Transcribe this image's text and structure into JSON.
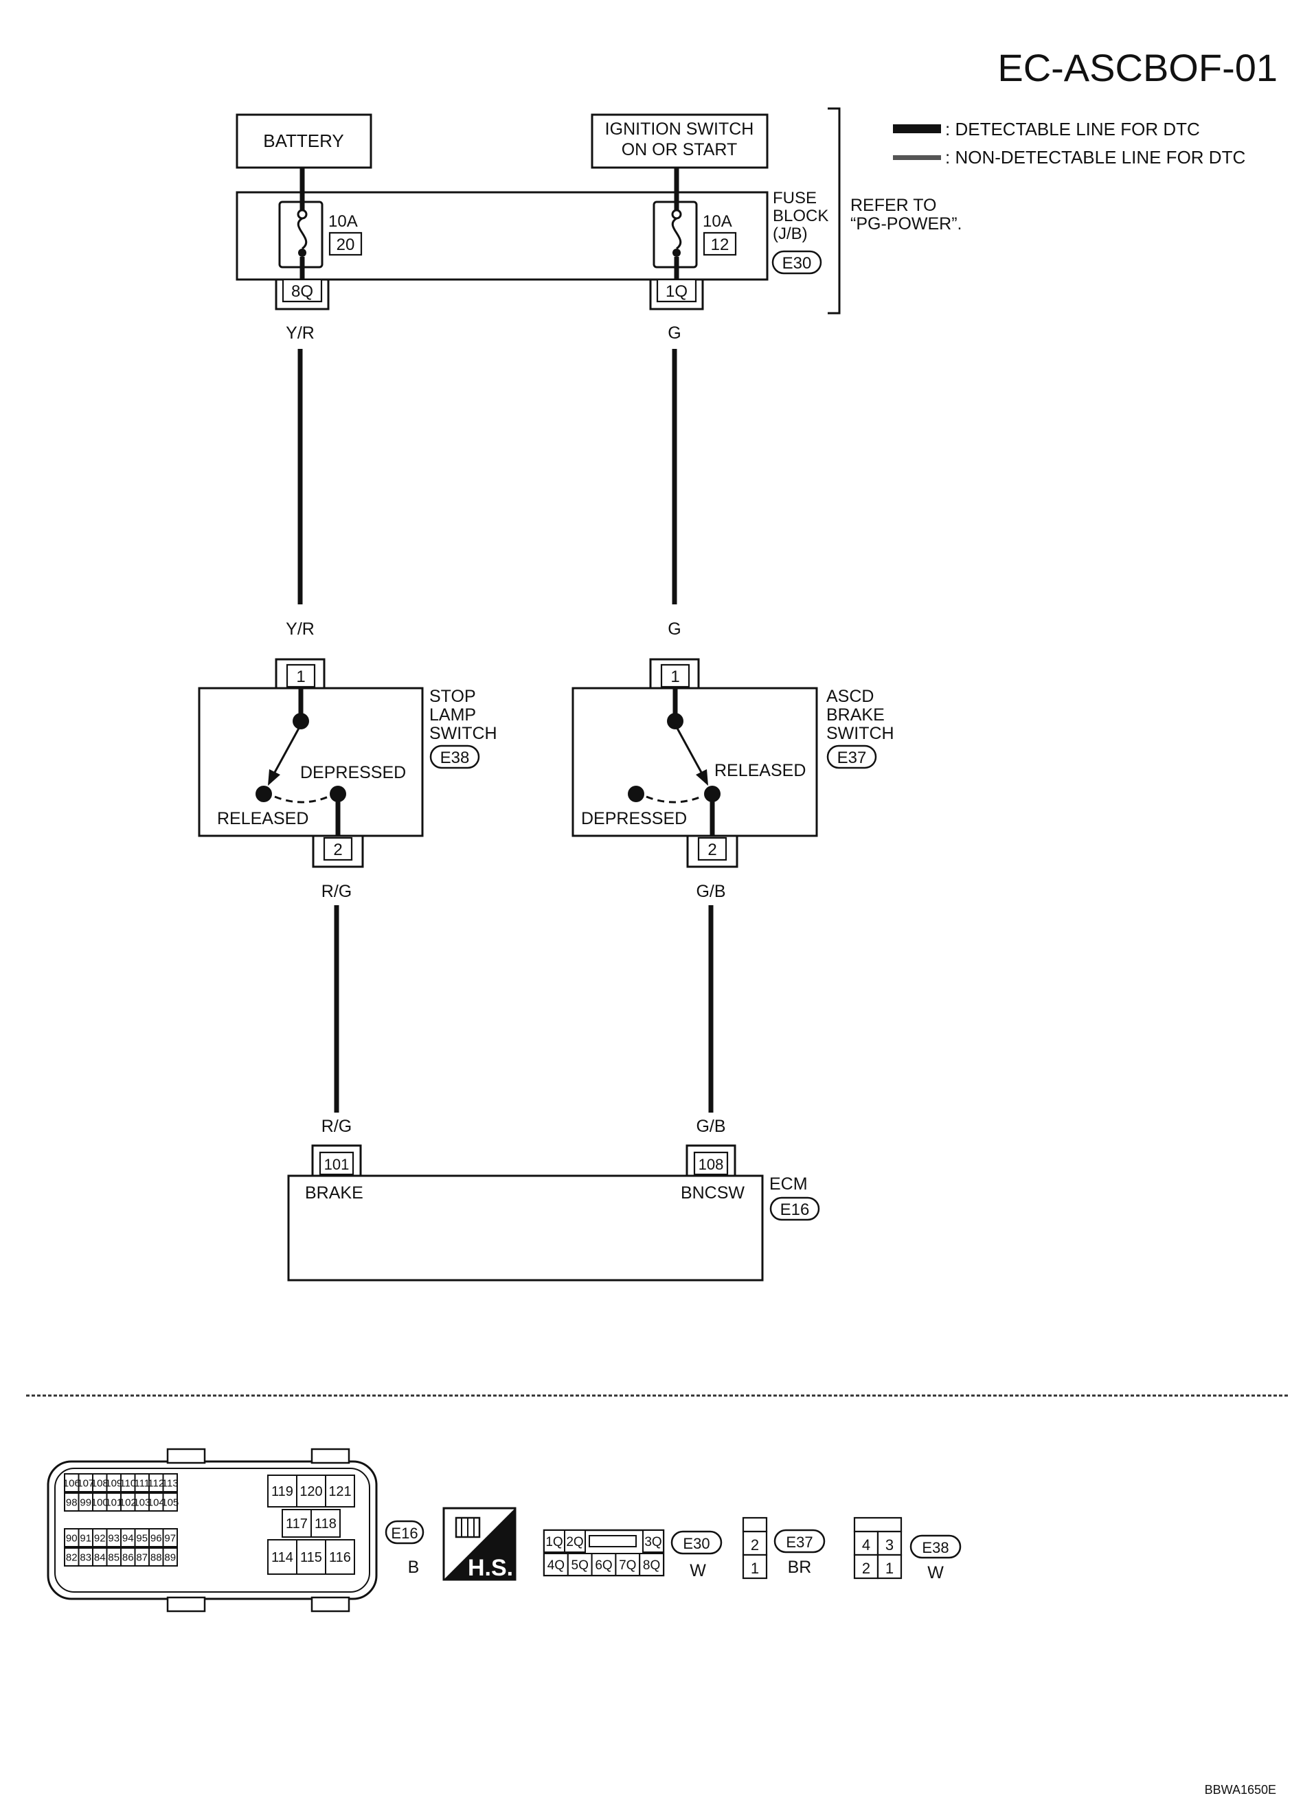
{
  "header": {
    "title": "EC-ASCBOF-01"
  },
  "legend": {
    "detectable": ": DETECTABLE LINE FOR DTC",
    "non_detectable": ": NON-DETECTABLE LINE FOR DTC"
  },
  "power": {
    "battery": "BATTERY",
    "ignition_line1": "IGNITION SWITCH",
    "ignition_line2": "ON OR START"
  },
  "fuse_block": {
    "label_line1": "FUSE",
    "label_line2": "BLOCK",
    "label_line3": "(J/B)",
    "connector": "E30",
    "refer_line1": "REFER TO",
    "refer_line2": "“PG-POWER”.",
    "fuse_left": {
      "rating": "10A",
      "number": "20",
      "terminal": "8Q"
    },
    "fuse_right": {
      "rating": "10A",
      "number": "12",
      "terminal": "1Q"
    }
  },
  "wires": {
    "left_upper": "Y/R",
    "right_upper": "G",
    "left_lower": "R/G",
    "right_lower": "G/B"
  },
  "stop_lamp_switch": {
    "label_line1": "STOP",
    "label_line2": "LAMP",
    "label_line3": "SWITCH",
    "connector": "E38",
    "terminal_in": "1",
    "terminal_out": "2",
    "pos_depressed": "DEPRESSED",
    "pos_released": "RELEASED"
  },
  "ascd_brake_switch": {
    "label_line1": "ASCD",
    "label_line2": "BRAKE",
    "label_line3": "SWITCH",
    "connector": "E37",
    "terminal_in": "1",
    "terminal_out": "2",
    "pos_released": "RELEASED",
    "pos_depressed": "DEPRESSED"
  },
  "ecm": {
    "label": "ECM",
    "connector": "E16",
    "terminal_left": "101",
    "terminal_right": "108",
    "pin_left_name": "BRAKE",
    "pin_right_name": "BNCSW"
  },
  "connectors": {
    "e16": {
      "code": "E16",
      "color": "B",
      "row1": [
        "106",
        "107",
        "108",
        "109",
        "110",
        "111",
        "112",
        "113"
      ],
      "row2": [
        "98",
        "99",
        "100",
        "101",
        "102",
        "103",
        "104",
        "105"
      ],
      "row3": [
        "90",
        "91",
        "92",
        "93",
        "94",
        "95",
        "96",
        "97"
      ],
      "row4": [
        "82",
        "83",
        "84",
        "85",
        "86",
        "87",
        "88",
        "89"
      ],
      "right_top": [
        "119",
        "120",
        "121"
      ],
      "right_mid": [
        "117",
        "118"
      ],
      "right_bot": [
        "114",
        "115",
        "116"
      ]
    },
    "hs_label": "H.S.",
    "e30": {
      "code": "E30",
      "color": "W",
      "top": [
        "1Q",
        "2Q",
        "3Q"
      ],
      "bottom": [
        "4Q",
        "5Q",
        "6Q",
        "7Q",
        "8Q"
      ]
    },
    "e37": {
      "code": "E37",
      "color": "BR",
      "pins": [
        "2",
        "1"
      ]
    },
    "e38": {
      "code": "E38",
      "color": "W",
      "top": [
        "4",
        "3"
      ],
      "bottom": [
        "2",
        "1"
      ]
    }
  },
  "footer": {
    "ref": "BBWA1650E"
  }
}
